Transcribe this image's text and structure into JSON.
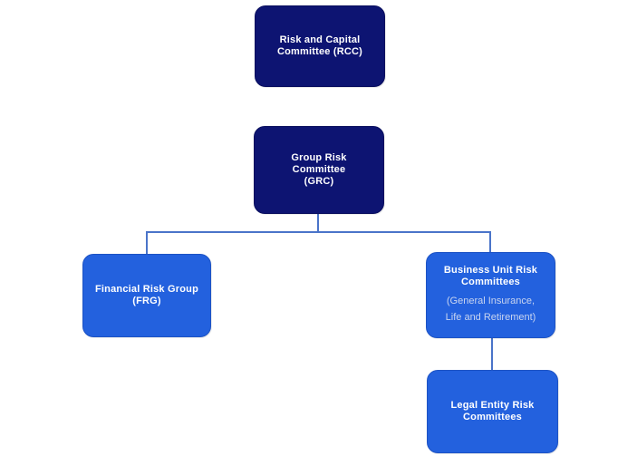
{
  "diagram": {
    "type": "org-chart",
    "background": "#ffffff",
    "colors": {
      "dark_node": "#0d1472",
      "light_node": "#2361de",
      "connector": "#4a74c9",
      "node_text": "#ffffff",
      "subtext": "#c9d5f0"
    },
    "nodes": {
      "rcc": {
        "label": [
          "Risk and Capital",
          "Committee (RCC)"
        ]
      },
      "grc": {
        "label": [
          "Group Risk Committee",
          "(GRC)"
        ]
      },
      "frg": {
        "label": [
          "Financial  Risk  Group",
          "(FRG)"
        ]
      },
      "bu": {
        "label": [
          "Business Unit Risk",
          "Committees"
        ],
        "sublabel": [
          "(General Insurance,",
          "Life and Retirement)"
        ]
      },
      "legal": {
        "label": [
          "Legal Entity Risk",
          "Committees"
        ]
      }
    },
    "edges": [
      {
        "from": "grc",
        "to": "frg"
      },
      {
        "from": "grc",
        "to": "bu"
      },
      {
        "from": "bu",
        "to": "legal"
      }
    ]
  }
}
